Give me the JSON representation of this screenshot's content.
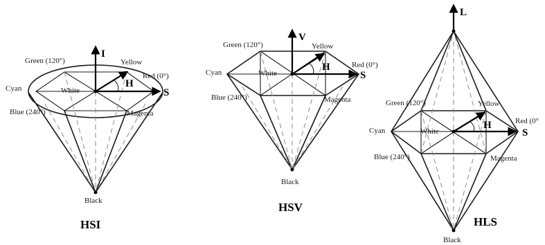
{
  "hsi": {
    "title": "HSI",
    "labels": {
      "green": "Green (120°)",
      "yellow": "Yellow",
      "red": "Red (0°)",
      "cyan": "Cyan",
      "white": "White",
      "blue": "Blue (240°)",
      "magenta": "Magenta",
      "black": "Black",
      "axis_vertical": "I",
      "hue": "H",
      "saturation": "S"
    }
  },
  "hsv": {
    "title": "HSV",
    "labels": {
      "green": "Green (120°)",
      "yellow": "Yellow",
      "red": "Red (0°)",
      "cyan": "Cyan",
      "white": "White",
      "blue": "Blue (240°)",
      "magenta": "Magenta",
      "black": "Black",
      "axis_vertical": "V",
      "hue": "H",
      "saturation": "S"
    }
  },
  "hls": {
    "title": "HLS",
    "labels": {
      "green": "Green (120°)",
      "yellow": "Yellow",
      "red": "Red (0°",
      "cyan": "Cyan",
      "white": "White",
      "blue": "Blue (240°)",
      "magenta": "Magenta",
      "black": "Black",
      "axis_vertical": "L",
      "hue": "H",
      "saturation": "S"
    }
  }
}
